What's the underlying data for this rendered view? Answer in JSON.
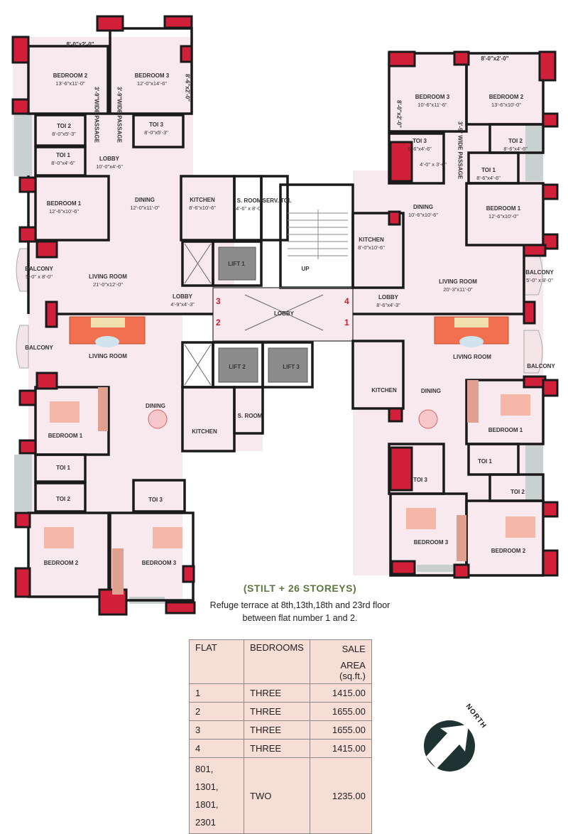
{
  "colors": {
    "floor": "#f8e9ee",
    "wall": "#1a1a1a",
    "column": "#d3203a",
    "rug": "#f07050",
    "glass": "#c8d0d0",
    "caption": "#5a7a40",
    "table_bg": "#f6ddd6"
  },
  "labels": [
    {
      "name": "8'-0\"x2'-0\""
    },
    {
      "name": "BEDROOM 2",
      "dims": "13'-6\"x11'-0\""
    },
    {
      "name": "BEDROOM 3",
      "dims": "12'-0\"x14'-6\""
    },
    {
      "name": "8'-6\"x2'-0\""
    },
    {
      "name": "3'-9\"WIDE PASSAGE"
    },
    {
      "name": "3'-9\"WIDE PASSAGE"
    },
    {
      "name": "TOI 2",
      "dims": "8'-0\"x5'-3\""
    },
    {
      "name": "TOI 3",
      "dims": "8'-0\"x5'-3\""
    },
    {
      "name": "TOI 1",
      "dims": "8'-0\"x4'-6\""
    },
    {
      "name": "LOBBY",
      "dims": "10'-0\"x4'-6\""
    },
    {
      "name": "BEDROOM 1",
      "dims": "12'-6\"x10'-6\""
    },
    {
      "name": "DINING",
      "dims": "12'-0\"x11'-0\""
    },
    {
      "name": "KITCHEN",
      "dims": "8'-6\"x10'-6\""
    },
    {
      "name": "S. ROOM",
      "dims": "4'-6\" x 8'-0\""
    },
    {
      "name": "SERV. TOI."
    },
    {
      "name": "LIFT 1"
    },
    {
      "name": "BALCONY",
      "dims": "5'-0\" x 8'-0\""
    },
    {
      "name": "LIVING ROOM",
      "dims": "21'-0\"x12'-0\""
    },
    {
      "name": "LOBBY",
      "dims": "4'-9\"x4'-3\""
    },
    {
      "name": "LOBBY"
    },
    {
      "name": "UP"
    },
    {
      "name": "8'-0\"x2'-0\""
    },
    {
      "name": "BEDROOM 3",
      "dims": "10'-6\"x11'-6\""
    },
    {
      "name": "BEDROOM 2",
      "dims": "13'-6\"x10'-0\""
    },
    {
      "name": "8'-0\"x2'-0\""
    },
    {
      "name": "TOI 3",
      "dims": "6'-6\"x4'-6\""
    },
    {
      "name": "",
      "dims": "4'-0\" x 3'-6\""
    },
    {
      "name": "3'-9\" WIDE PASSAGE"
    },
    {
      "name": "TOI 2",
      "dims": "8'-6\"x4'-6\""
    },
    {
      "name": "TOI 1",
      "dims": "8'-6\"x4'-6\""
    },
    {
      "name": "DINING",
      "dims": "10'-6\"x10'-6\""
    },
    {
      "name": "BEDROOM 1",
      "dims": "12'-6\"x10'-0\""
    },
    {
      "name": "KITCHEN",
      "dims": "8'-0\"x10'-6\""
    },
    {
      "name": "BALCONY",
      "dims": "5'-0\" x 8'-0\""
    },
    {
      "name": "LIVING ROOM",
      "dims": "20'-3\"x11'-0\""
    },
    {
      "name": "LOBBY",
      "dims": "8'-6\"x4'-3\""
    },
    {
      "name": "BALCONY"
    },
    {
      "name": "LIVING ROOM"
    },
    {
      "name": "LIFT 2"
    },
    {
      "name": "LIFT 3"
    },
    {
      "name": "DINING"
    },
    {
      "name": "KITCHEN"
    },
    {
      "name": "S. ROOM"
    },
    {
      "name": "BEDROOM 1"
    },
    {
      "name": "TOI 1"
    },
    {
      "name": "TOI 2"
    },
    {
      "name": "TOI 3"
    },
    {
      "name": "BEDROOM 2"
    },
    {
      "name": "BEDROOM 3"
    },
    {
      "name": "LIVING ROOM"
    },
    {
      "name": "BALCONY"
    },
    {
      "name": "KITCHEN"
    },
    {
      "name": "DINING"
    },
    {
      "name": "BEDROOM 1"
    },
    {
      "name": "TOI 1"
    },
    {
      "name": "TOI 3"
    },
    {
      "name": "TOI 2"
    },
    {
      "name": "BEDROOM 3"
    },
    {
      "name": "BEDROOM 2"
    }
  ],
  "flat_numbers": [
    "3",
    "4",
    "2",
    "1"
  ],
  "caption": {
    "title": "(STILT + 26 STOREYS)",
    "line1": "Refuge terrace at 8th,13th,18th and 23rd floor",
    "line2": "between flat number 1 and 2."
  },
  "table": {
    "headers": [
      "FLAT",
      "BEDROOMS",
      "SALE",
      "AREA (sq.ft.)"
    ],
    "rows": [
      {
        "flat": "1",
        "bedrooms": "THREE",
        "area": "1415.00"
      },
      {
        "flat": "2",
        "bedrooms": "THREE",
        "area": "1655.00"
      },
      {
        "flat": "3",
        "bedrooms": "THREE",
        "area": "1655.00"
      },
      {
        "flat": "4",
        "bedrooms": "THREE",
        "area": "1415.00"
      },
      {
        "flat": "801, 1301,",
        "flat2": "1801, 2301",
        "bedrooms": "TWO",
        "area": "1235.00"
      }
    ]
  },
  "compass": {
    "label": "NORTH",
    "icon": "north-arrow-icon"
  }
}
